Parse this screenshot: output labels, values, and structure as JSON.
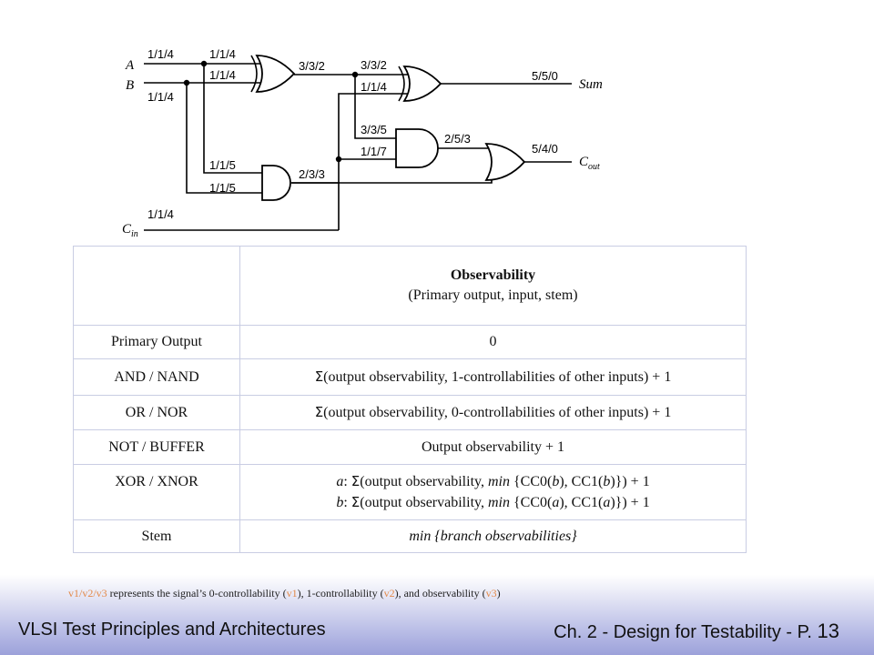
{
  "circuit": {
    "inputs": {
      "a": "A",
      "b": "B",
      "cin_base": "C",
      "cin_sub": "in"
    },
    "outputs": {
      "sum": "Sum",
      "cout_base": "C",
      "cout_sub": "out"
    },
    "labels": {
      "a_stem": "1/1/4",
      "a_branch_xor": "1/1/4",
      "b_stem": "1/1/4",
      "b_branch_xor": "1/1/4",
      "a_branch_and": "1/1/5",
      "b_branch_and": "1/1/5",
      "xor1_out": "3/3/2",
      "xor1_branch_xor2": "3/3/2",
      "xor1_branch_and2": "3/3/5",
      "cin_stem": "1/1/4",
      "cin_branch_xor2": "1/1/4",
      "cin_branch_and2": "1/1/7",
      "and1_out": "2/3/3",
      "and2_out": "2/5/3",
      "sum_out": "5/5/0",
      "cout_out": "5/4/0"
    }
  },
  "table": {
    "header_title": "Observability",
    "header_subtitle": "(Primary output, input, stem)",
    "rows": [
      {
        "gate": "Primary Output",
        "rule": "0"
      },
      {
        "gate": "AND / NAND",
        "sigma": "Σ",
        "rule": "(output observability, 1-controllabilities of other inputs) + 1"
      },
      {
        "gate": "OR / NOR",
        "sigma": "Σ",
        "rule": "(output observability, 0-controllabilities of other inputs) + 1"
      },
      {
        "gate": "NOT / BUFFER",
        "rule": "Output observability + 1"
      },
      {
        "gate": "XOR / XNOR",
        "line1": {
          "var": "a",
          "sigma": "Σ",
          "pre": "(output observability, ",
          "min": "min",
          "mid": " {CC0(",
          "v1": "b",
          "mid2": "), CC1(",
          "v2": "b",
          "post": ")}) + 1"
        },
        "line2": {
          "var": "b",
          "sigma": "Σ",
          "pre": "(output observability, ",
          "min": "min",
          "mid": " {CC0(",
          "v1": "a",
          "mid2": "), CC1(",
          "v2": "a",
          "post": ")}) + 1"
        }
      },
      {
        "gate": "Stem",
        "rule": "min {branch observabilities}"
      }
    ]
  },
  "footnote": {
    "t1": "v1/v2/v3",
    "t2": " represents the signal’s 0-controllability (",
    "t3": "v1",
    "t4": "), 1-controllability (",
    "t5": "v2",
    "t6": "), and observability (",
    "t7": "v3",
    "t8": ")"
  },
  "footer": {
    "left": "VLSI Test Principles and Architectures",
    "right": "Ch. 2 - Design for Testability - P. ",
    "page": "13"
  },
  "colors": {
    "highlight": "#e38a4a",
    "footer_band": "#9ca1da",
    "table_border": "#c9cde3"
  }
}
